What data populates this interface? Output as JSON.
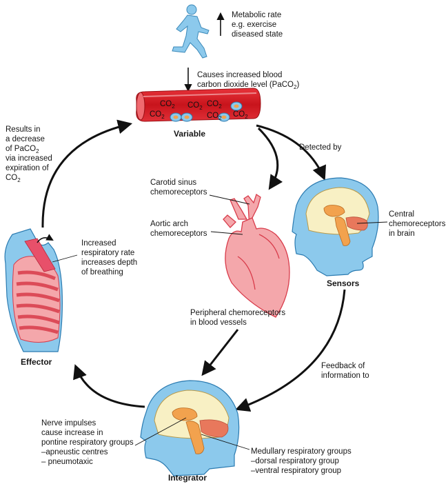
{
  "labels": {
    "metabolic": [
      "Metabolic rate",
      "e.g. exercise",
      "diseased state"
    ],
    "causes": [
      "Causes increased blood",
      "carbon dioxide level (PaCO",
      ")"
    ],
    "variable": "Variable",
    "detected_by": "Detected by",
    "results": [
      "Results in",
      "a decrease",
      "of PaCO",
      "via increased",
      "expiration of",
      "CO"
    ],
    "sub2": "2",
    "carotid": [
      "Carotid sinus",
      "chemoreceptors"
    ],
    "aortic": [
      "Aortic arch",
      "chemoreceptors"
    ],
    "central": [
      "Central",
      "chemoreceptors",
      "in brain"
    ],
    "sensors": "Sensors",
    "increased_rate": [
      "Increased",
      "respiratory rate",
      "increases depth",
      "of breathing"
    ],
    "peripheral": [
      "Peripheral chemoreceptors",
      "in blood vessels"
    ],
    "effector": "Effector",
    "feedback": [
      "Feedback of",
      "information to"
    ],
    "nerve": [
      "Nerve impulses",
      "cause increase in",
      "pontine respiratory groups",
      "–apneustic centres",
      "– pneumotaxic"
    ],
    "medullary": [
      "Medullary respiratory groups",
      "–dorsal respiratory group",
      "–ventral respiratory group"
    ],
    "integrator": "Integrator",
    "co2": "CO"
  },
  "colors": {
    "skin": "#8cc9ec",
    "brain": "#f8f0c4",
    "brainstem": "#f2a24e",
    "medulla": "#e8785c",
    "heart": "#f4a7ab",
    "heart_stroke": "#d83b4a",
    "vessel": "#d9262e",
    "muscle": "#e8506a",
    "arrow": "#111111"
  }
}
